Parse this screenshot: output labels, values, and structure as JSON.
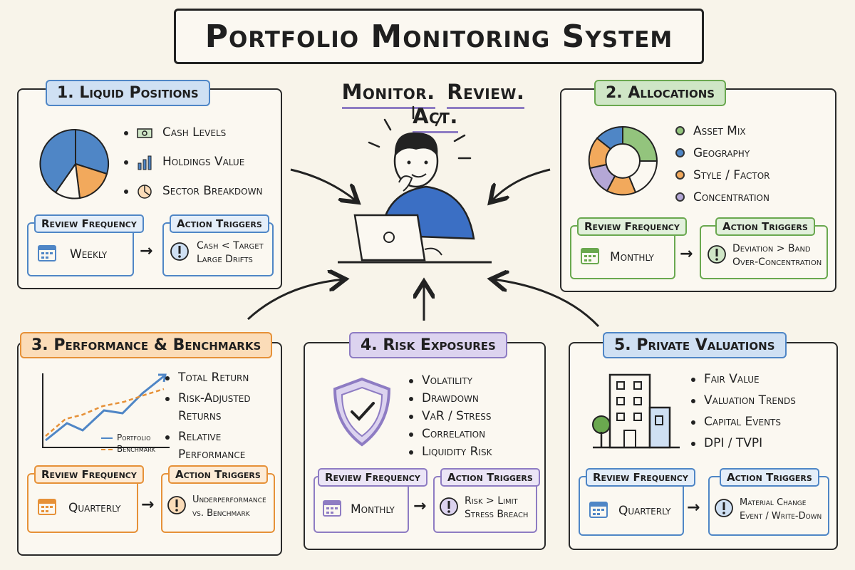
{
  "title": "Portfolio Monitoring System",
  "tagline": {
    "word1": "Monitor.",
    "word2": "Review.",
    "word3": "Act."
  },
  "panels": [
    {
      "tab": "1. Liquid Positions",
      "accent": "#4f86c6",
      "bullets": [
        "Cash Levels",
        "Holdings Value",
        "Sector Breakdown"
      ],
      "review_label": "Review Frequency",
      "review_value": "Weekly",
      "trigger_label": "Action Triggers",
      "triggers": [
        "Cash < Target",
        "Large Drifts"
      ]
    },
    {
      "tab": "2. Allocations",
      "accent": "#6aa84f",
      "bullets": [
        "Asset Mix",
        "Geography",
        "Style / Factor",
        "Concentration"
      ],
      "review_label": "Review Frequency",
      "review_value": "Monthly",
      "trigger_label": "Action Triggers",
      "triggers": [
        "Deviation > Band",
        "Over-Concentration"
      ]
    },
    {
      "tab": "3. Performance & Benchmarks",
      "accent": "#e69138",
      "bullets": [
        "Total Return",
        "Risk-Adjusted",
        "Returns",
        "Relative",
        "Performance"
      ],
      "legend": [
        "Portfolio",
        "Benchmark"
      ],
      "review_label": "Review Frequency",
      "review_value": "Quarterly",
      "trigger_label": "Action Triggers",
      "triggers": [
        "Underperformance",
        "vs. Benchmark"
      ]
    },
    {
      "tab": "4. Risk Exposures",
      "accent": "#8e7cc3",
      "bullets": [
        "Volatility",
        "Drawdown",
        "VaR / Stress",
        "Correlation",
        "Liquidity Risk"
      ],
      "review_label": "Review Frequency",
      "review_value": "Monthly",
      "trigger_label": "Action Triggers",
      "triggers": [
        "Risk > Limit",
        "Stress Breach"
      ]
    },
    {
      "tab": "5. Private Valuations",
      "accent": "#4f86c6",
      "bullets": [
        "Fair Value",
        "Valuation Trends",
        "Capital Events",
        "DPI / TVPI"
      ],
      "review_label": "Review Frequency",
      "review_value": "Quarterly",
      "trigger_label": "Action Triggers",
      "triggers": [
        "Material Change",
        "Event / Write-Down"
      ]
    }
  ],
  "colors": {
    "background": "#f8f4ea",
    "blue": "#4f86c6",
    "green": "#6aa84f",
    "orange": "#e69138",
    "purple": "#8e7cc3",
    "ink": "#1f1f1f"
  }
}
